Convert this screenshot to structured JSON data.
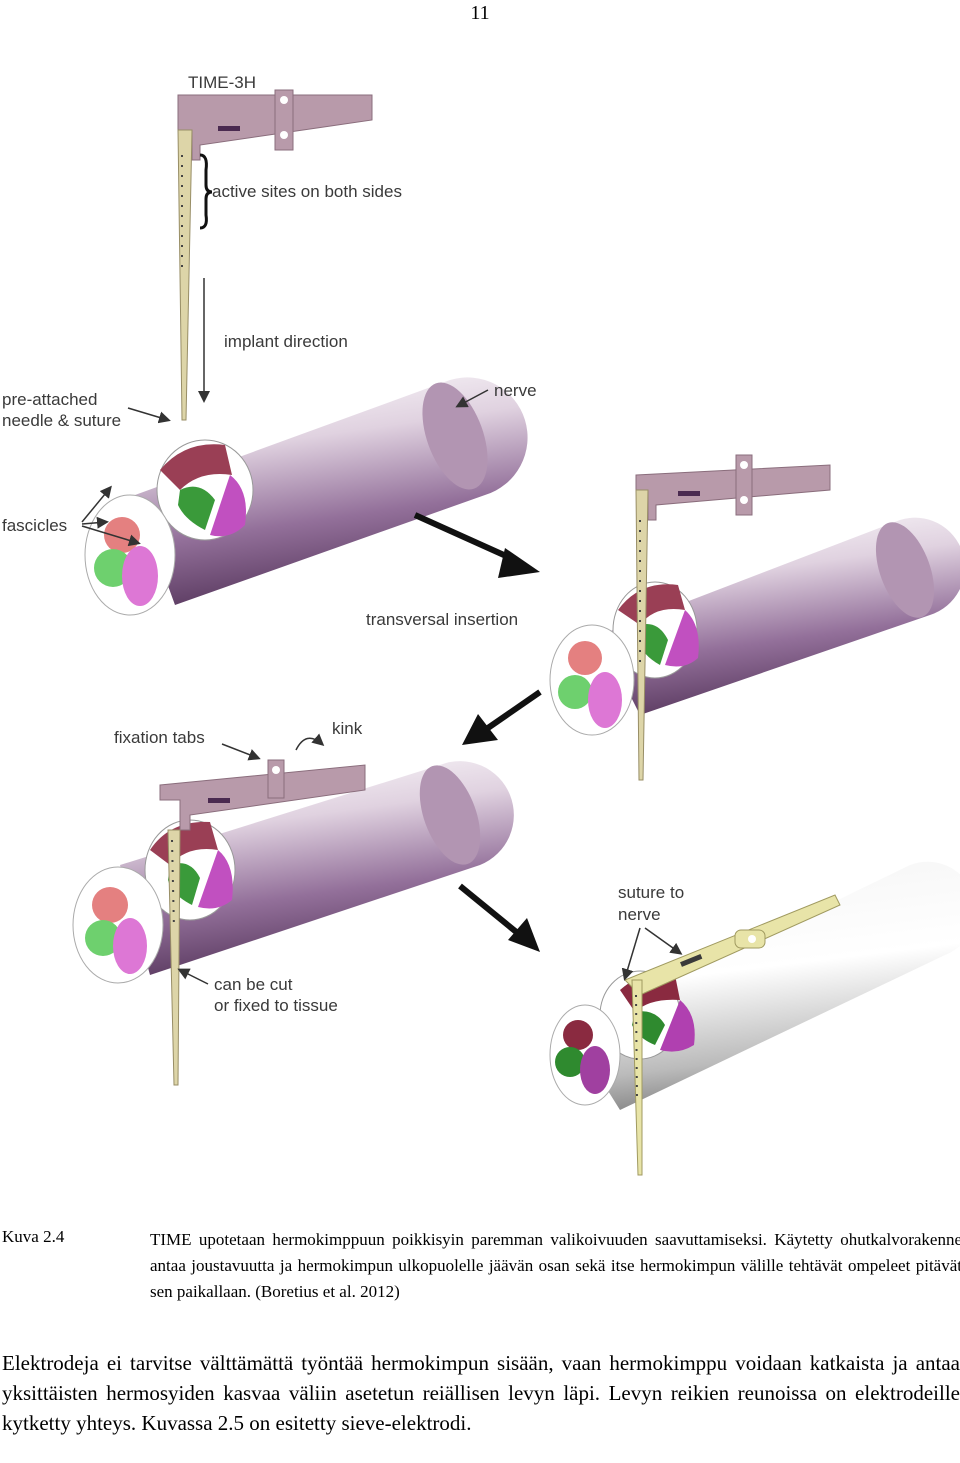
{
  "page_number": "11",
  "figure": {
    "labels": {
      "time_3h": "TIME-3H",
      "active_sites": "active sites on both sides",
      "implant_direction": "implant direction",
      "pre_attached_1": "pre-attached",
      "pre_attached_2": "needle & suture",
      "nerve": "nerve",
      "fascicles": "fascicles",
      "transversal_insertion": "transversal insertion",
      "fixation_tabs": "fixation tabs",
      "kink": "kink",
      "suture_to_1": "suture to",
      "suture_to_2": "nerve",
      "can_be_cut_1": "can be cut",
      "can_be_cut_2": "or fixed to tissue"
    }
  },
  "caption": {
    "label": "Kuva 2.4",
    "text": "TIME upotetaan hermokimppuun poikkisyin paremman valikoivuuden saavuttamiseksi. Käytetty ohutkalvorakenne antaa joustavuutta ja hermokimpun ulkopuolelle jäävän osan sekä itse hermokimpun välille tehtävät ompeleet pitävät sen paikallaan. (Boretius et al. 2012)"
  },
  "body_text": "Elektrodeja ei tarvitse välttämättä työntää hermokimpun sisään, vaan hermokimppu voidaan katkaista ja antaa yksittäisten hermosyiden kasvaa väliin asetetun reiällisen levyn läpi. Levyn reikien reunoissa on elektrodeille kytketty yhteys. Kuvassa 2.5 on esitetty sieve-elektrodi.",
  "colors": {
    "nerve_purple": "#9a7a9a",
    "fascicle_red": "#e08080",
    "fascicle_green": "#70d070",
    "fascicle_magenta": "#d878d0",
    "electrode_mauve": "#b59aaa",
    "electrode_yellow": "#e8e4a8"
  }
}
